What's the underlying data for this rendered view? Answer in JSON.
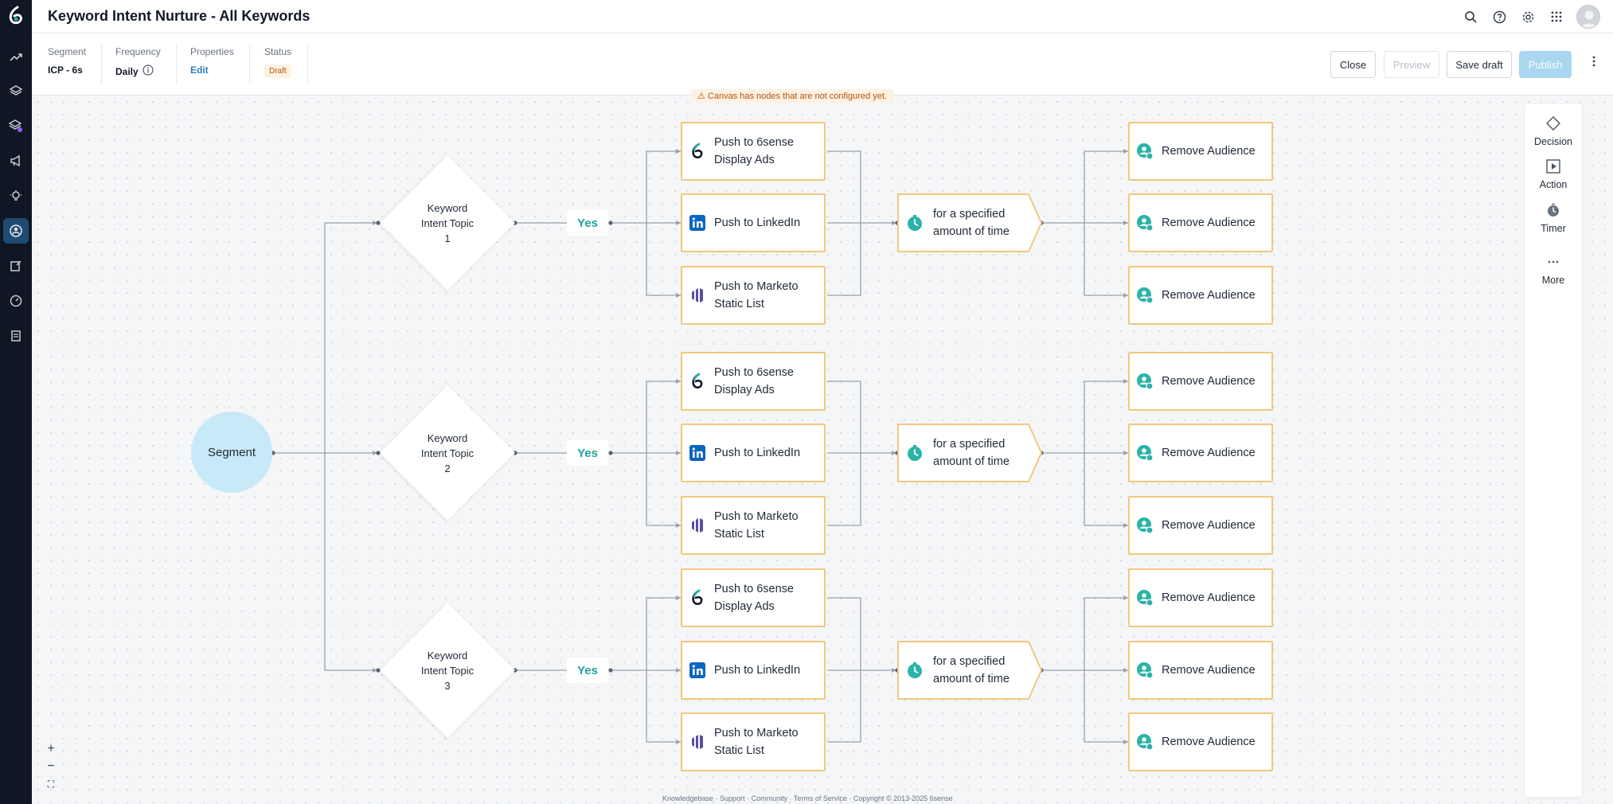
{
  "app": {
    "title": "Keyword Intent Nurture - All Keywords",
    "accent": "#2f7ec0",
    "nav_icons": [
      "6sense-logo-icon",
      "trend-icon",
      "layers-icon",
      "layers-badge-icon",
      "megaphone-icon",
      "lightbulb-icon",
      "audience-icon",
      "edit-icon",
      "gauge-icon",
      "report-icon"
    ]
  },
  "header": {
    "icons": [
      "search-icon",
      "help-icon",
      "settings-icon",
      "apps-grid-icon",
      "avatar"
    ]
  },
  "meta": {
    "segment_label": "Segment",
    "segment_value": "ICP - 6s",
    "frequency_label": "Frequency",
    "frequency_value": "Daily",
    "properties_label": "Properties",
    "properties_value": "Edit",
    "status_label": "Status",
    "status_value": "Draft"
  },
  "toolbar": {
    "close_label": "Close",
    "preview_label": "Preview",
    "save_label": "Save draft",
    "publish_label": "Publish"
  },
  "canvas": {
    "warning": "⚠ Canvas has nodes that are not configured yet.",
    "segment_node": "Segment",
    "branches": [
      {
        "decision_line1": "Keyword",
        "decision_line2": "Intent Topic",
        "decision_line3": "1",
        "yes": "Yes",
        "actions": [
          {
            "line1": "Push to 6sense",
            "line2": "Display Ads"
          },
          {
            "line1": "Push to LinkedIn",
            "line2": ""
          },
          {
            "line1": "Push to Marketo",
            "line2": "Static List"
          }
        ],
        "timer_line1": "for a specified",
        "timer_line2": "amount of time",
        "removes": [
          "Remove Audience",
          "Remove Audience",
          "Remove Audience"
        ]
      },
      {
        "decision_line1": "Keyword",
        "decision_line2": "Intent Topic",
        "decision_line3": "2",
        "yes": "Yes",
        "actions": [
          {
            "line1": "Push to 6sense",
            "line2": "Display Ads"
          },
          {
            "line1": "Push to LinkedIn",
            "line2": ""
          },
          {
            "line1": "Push to Marketo",
            "line2": "Static List"
          }
        ],
        "timer_line1": "for a specified",
        "timer_line2": "amount of time",
        "removes": [
          "Remove Audience",
          "Remove Audience",
          "Remove Audience"
        ]
      },
      {
        "decision_line1": "Keyword",
        "decision_line2": "Intent Topic",
        "decision_line3": "3",
        "yes": "Yes",
        "actions": [
          {
            "line1": "Push to 6sense",
            "line2": "Display Ads"
          },
          {
            "line1": "Push to LinkedIn",
            "line2": ""
          },
          {
            "line1": "Push to Marketo",
            "line2": "Static List"
          }
        ],
        "timer_line1": "for a specified",
        "timer_line2": "amount of time",
        "removes": [
          "Remove Audience",
          "Remove Audience",
          "Remove Audience"
        ]
      }
    ]
  },
  "palette": {
    "decision": "Decision",
    "action": "Action",
    "timer": "Timer",
    "more": "More"
  },
  "zoom": {
    "plus": "+",
    "minus": "−",
    "fit": "⛶"
  },
  "footer": "Knowledgebase · Support · Community · Terms of Service · Copyright © 2013-2025 6sense"
}
